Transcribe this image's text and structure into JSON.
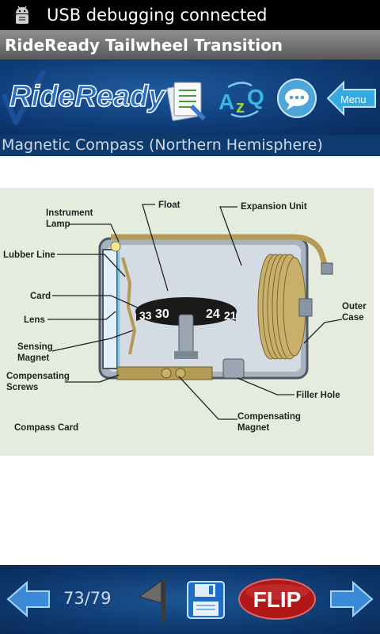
{
  "status_bar": {
    "text": "USB debugging connected",
    "icon": "android-debug-icon"
  },
  "title_bar": {
    "title": "RideReady Tailwheel Transition"
  },
  "header": {
    "logo_text": "RideReady",
    "buttons": {
      "az_icon": "a-to-z-icon",
      "chat_icon": "chat-bubble-icon",
      "menu_label": "Menu"
    }
  },
  "page": {
    "heading": "Magnetic Compass (Northern Hemisphere)"
  },
  "figure": {
    "labels": {
      "instrument_lamp_1": "Instrument",
      "instrument_lamp_2": "Lamp",
      "float": "Float",
      "expansion_unit": "Expansion Unit",
      "lubber_line": "Lubber Line",
      "card": "Card",
      "lens": "Lens",
      "sensing_magnet_1": "Sensing",
      "sensing_magnet_2": "Magnet",
      "compensating_screws_1": "Compensating",
      "compensating_screws_2": "Screws",
      "outer_case_1": "Outer",
      "outer_case_2": "Case",
      "filler_hole": "Filler Hole",
      "compensating_magnet_1": "Compensating",
      "compensating_magnet_2": "Magnet",
      "compass_card": "Compass Card"
    },
    "card_numbers": {
      "n33": "33",
      "n30": "30",
      "n24": "24",
      "n21": "21"
    }
  },
  "toolbar": {
    "page_count": "73/79",
    "flip_label": "FLIP"
  },
  "colors": {
    "header_blue": "#0e3a6e",
    "flip_red": "#b01818",
    "figure_bg": "#e6ecdd"
  }
}
